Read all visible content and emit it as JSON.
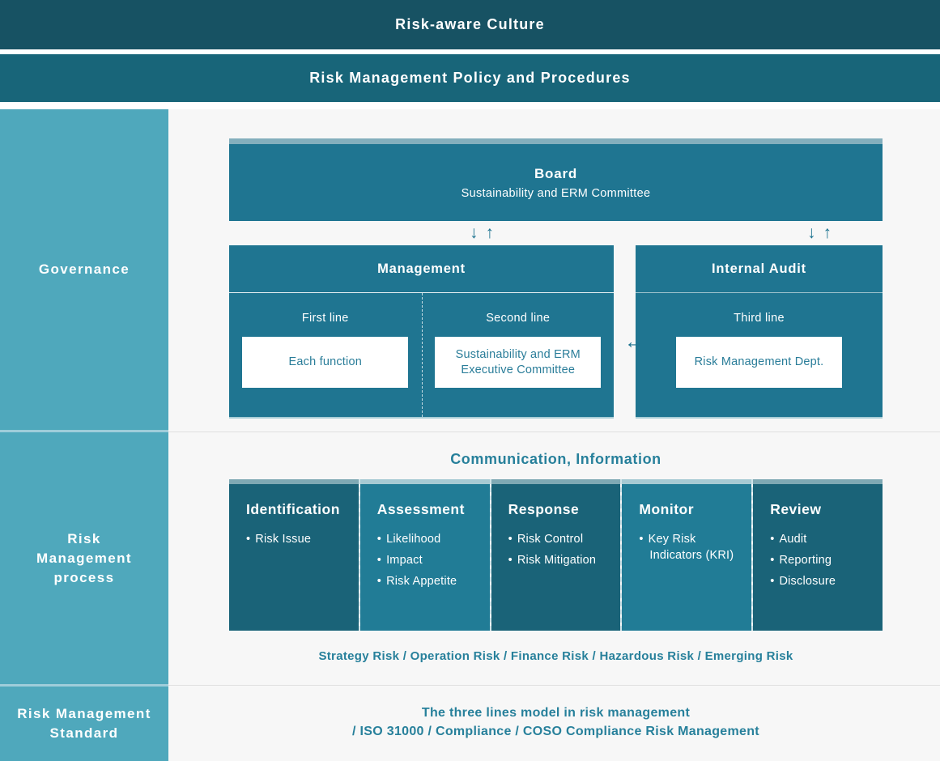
{
  "banners": {
    "culture": "Risk-aware Culture",
    "policy": "Risk Management Policy and Procedures"
  },
  "sidebar": {
    "sections": [
      {
        "label": "Governance"
      },
      {
        "label": "Risk\nManagement\nprocess"
      },
      {
        "label": "Risk Management\nStandard"
      }
    ]
  },
  "icons": {
    "down_arrow": "↓",
    "up_arrow": "↑",
    "both_arrow": "↔"
  },
  "governance": {
    "board": {
      "title": "Board",
      "subtitle": "Sustainability and ERM Committee"
    },
    "management": {
      "title": "Management",
      "first_line_label": "First line",
      "first_line_box": "Each function",
      "second_line_label": "Second line",
      "second_line_box": "Sustainability and ERM Executive Committee"
    },
    "internal_audit": {
      "title": "Internal Audit",
      "third_line_label": "Third line",
      "third_line_box": "Risk Management Dept."
    }
  },
  "process": {
    "communication_heading": "Communication, Information",
    "columns": [
      {
        "title": "Identification",
        "tone": "dark",
        "items": [
          "Risk Issue"
        ]
      },
      {
        "title": "Assessment",
        "tone": "light",
        "items": [
          "Likelihood",
          "Impact",
          "Risk Appetite"
        ]
      },
      {
        "title": "Response",
        "tone": "dark",
        "items": [
          "Risk Control",
          "Risk Mitigation"
        ]
      },
      {
        "title": "Monitor",
        "tone": "light",
        "items": [
          "Key Risk Indicators (KRI)"
        ]
      },
      {
        "title": "Review",
        "tone": "dark",
        "items": [
          "Audit",
          "Reporting",
          "Disclosure"
        ]
      }
    ],
    "risk_types": "Strategy Risk / Operation Risk / Finance Risk / Hazardous Risk / Emerging Risk"
  },
  "standard": {
    "line1": "The three lines model in risk management",
    "line2": "/ ISO 31000 / Compliance / COSO Compliance Risk Management"
  },
  "colors": {
    "banner1_bg": "#175263",
    "banner2_bg": "#186579",
    "sidebar_bg": "#4fa8bc",
    "main_bg": "#f7f7f7",
    "box_teal": "#1f7591",
    "column_dark": "#1a6378",
    "column_light": "#217c96",
    "strip_board": "#84afbd",
    "strip_dark": "#7fa9b4",
    "strip_light": "#a6cad3",
    "teal_text": "#27809b"
  }
}
